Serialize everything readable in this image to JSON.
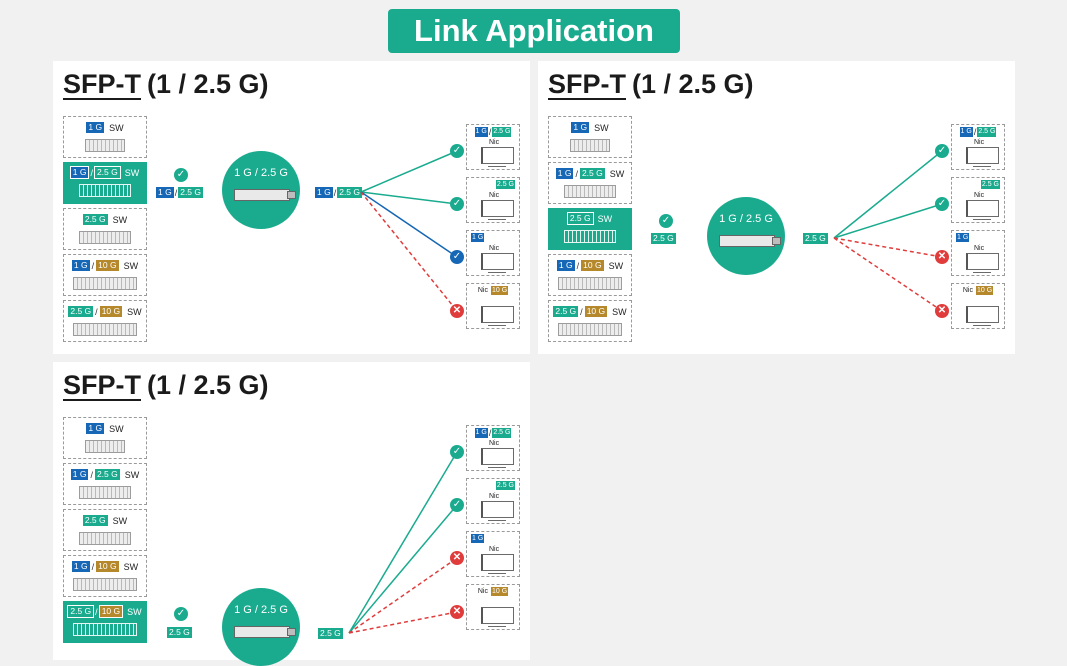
{
  "banner": {
    "title": "Link Application"
  },
  "panel_title": {
    "main": "SFP-T",
    "sub": "(1 / 2.5 G)"
  },
  "switch_word": "SW",
  "nic_word": "Nic",
  "separator": "/",
  "speed_labels": {
    "g1": "1 G",
    "g2_5": "2.5 G",
    "g10": "10 G",
    "combo": "1 G / 2.5 G"
  },
  "panels": [
    {
      "selected_switch": 1,
      "link_label": "1 G / 2.5 G",
      "results": [
        "ok",
        "ok",
        "ok-blue",
        "fail"
      ]
    },
    {
      "selected_switch": 2,
      "link_label": "2.5 G",
      "results": [
        "ok",
        "ok",
        "fail",
        "fail"
      ]
    },
    {
      "selected_switch": 4,
      "link_label": "2.5 G",
      "results": [
        "ok",
        "ok",
        "fail",
        "fail"
      ]
    }
  ],
  "colors": {
    "accent": "#1aab8f",
    "blue": "#1667b5",
    "gold": "#b5892b",
    "fail": "#e03c3c"
  }
}
